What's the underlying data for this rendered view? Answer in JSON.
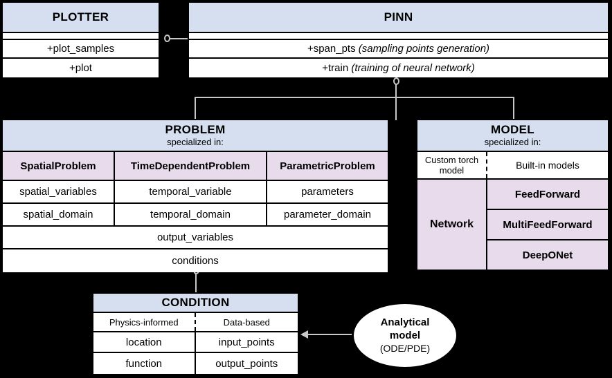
{
  "diagram": {
    "title": "PINA software architecture UML class diagram",
    "colors": {
      "header_blue": "#d5dff0",
      "specialization_pink": "#e8dcec",
      "background": "#000000",
      "border": "#000000",
      "connector": "#c8c8c8"
    }
  },
  "plotter": {
    "title": "PLOTTER",
    "methods": [
      "+plot_samples",
      "+plot"
    ]
  },
  "pinn": {
    "title": "PINN",
    "methods": [
      {
        "name": "+span_pts",
        "note": "(sampling points generation)"
      },
      {
        "name": "+train",
        "note": "(training of neural network)"
      }
    ]
  },
  "problem": {
    "title": "PROBLEM",
    "subtitle": "specialized in:",
    "specializations": [
      "SpatialProblem",
      "TimeDependentProblem",
      "ParametricProblem"
    ],
    "attribute_rows": [
      [
        "spatial_variables",
        "temporal_variable",
        "parameters"
      ],
      [
        "spatial_domain",
        "temporal_domain",
        "parameter_domain"
      ]
    ],
    "shared_attributes": [
      "output_variables",
      "conditions"
    ]
  },
  "model": {
    "title": "MODEL",
    "subtitle": "specialized in:",
    "kinds": [
      "Custom torch model",
      "Built-in models"
    ],
    "custom": "Network",
    "builtin": [
      "FeedForward",
      "MultiFeedForward",
      "DeepONet"
    ]
  },
  "condition": {
    "title": "CONDITION",
    "kinds": [
      "Physics-informed",
      "Data-based"
    ],
    "attribute_rows": [
      [
        "location",
        "input_points"
      ],
      [
        "function",
        "output_points"
      ]
    ]
  },
  "analytical_model": {
    "line1": "Analytical",
    "line2": "model",
    "line3": "(ODE/PDE)"
  }
}
